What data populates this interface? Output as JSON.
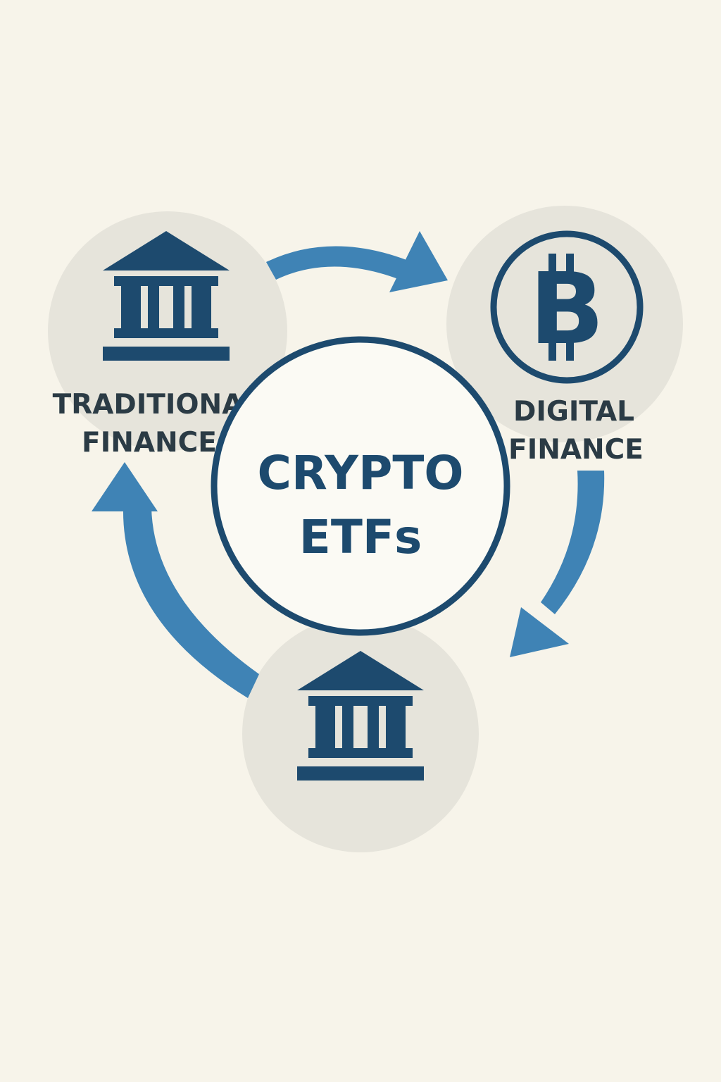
{
  "diagram": {
    "center": {
      "line1": "CRYPTO",
      "line2": "ETFs"
    },
    "nodes": [
      {
        "id": "traditional",
        "icon": "bank-icon",
        "line1": "TRADITIONA",
        "line2": "FINANCE"
      },
      {
        "id": "digital",
        "icon": "bitcoin-icon",
        "glyph": "B",
        "line1": "DIGITAL",
        "line2": "FINANCE"
      },
      {
        "id": "bottom",
        "icon": "bank-icon"
      }
    ],
    "arrows": [
      {
        "from": "traditional",
        "to": "digital"
      },
      {
        "from": "digital",
        "to": "bottom"
      },
      {
        "from": "bottom",
        "to": "traditional"
      }
    ]
  },
  "colors": {
    "background": "#f7f4ea",
    "node_fill": "#e6e4db",
    "icon": "#1d4a6e",
    "arrow": "#3f83b5",
    "label_text": "#2b3b45",
    "center_fill": "#fbfaf4",
    "center_stroke": "#1d4a6e"
  }
}
